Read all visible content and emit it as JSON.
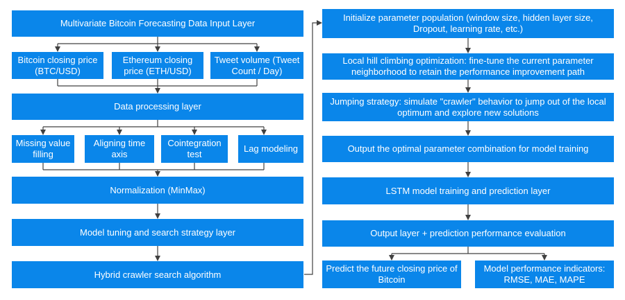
{
  "left": {
    "input_layer": "Multivariate Bitcoin Forecasting Data Input Layer",
    "inputs": [
      "Bitcoin closing price (BTC/USD)",
      "Ethereum closing price (ETH/USD)",
      "Tweet volume (Tweet Count / Day)"
    ],
    "processing_layer": "Data processing layer",
    "steps": [
      "Missing value filling",
      "Aligning time axis",
      "Cointegration test",
      "Lag modeling"
    ],
    "normalization": "Normalization (MinMax)",
    "tuning_layer": "Model tuning and search strategy layer",
    "hybrid": "Hybrid crawler search algorithm"
  },
  "right": {
    "init": "Initialize parameter population (window size, hidden layer size, Dropout, learning rate, etc.)",
    "hill": "Local hill climbing optimization: fine-tune the current parameter neighborhood to retain the performance improvement path",
    "jump": "Jumping strategy: simulate \"crawler\" behavior to jump out of the local optimum and explore new solutions",
    "optimal": "Output the optimal parameter combination for model training",
    "lstm": "LSTM model training and prediction layer",
    "output": "Output layer + prediction performance evaluation",
    "predict": "Predict the future closing price of Bitcoin",
    "indicators": "Model performance indicators: RMSE, MAE, MAPE"
  },
  "colors": {
    "box": "#0a86ea",
    "line": "#404040",
    "text": "#ffffff"
  }
}
